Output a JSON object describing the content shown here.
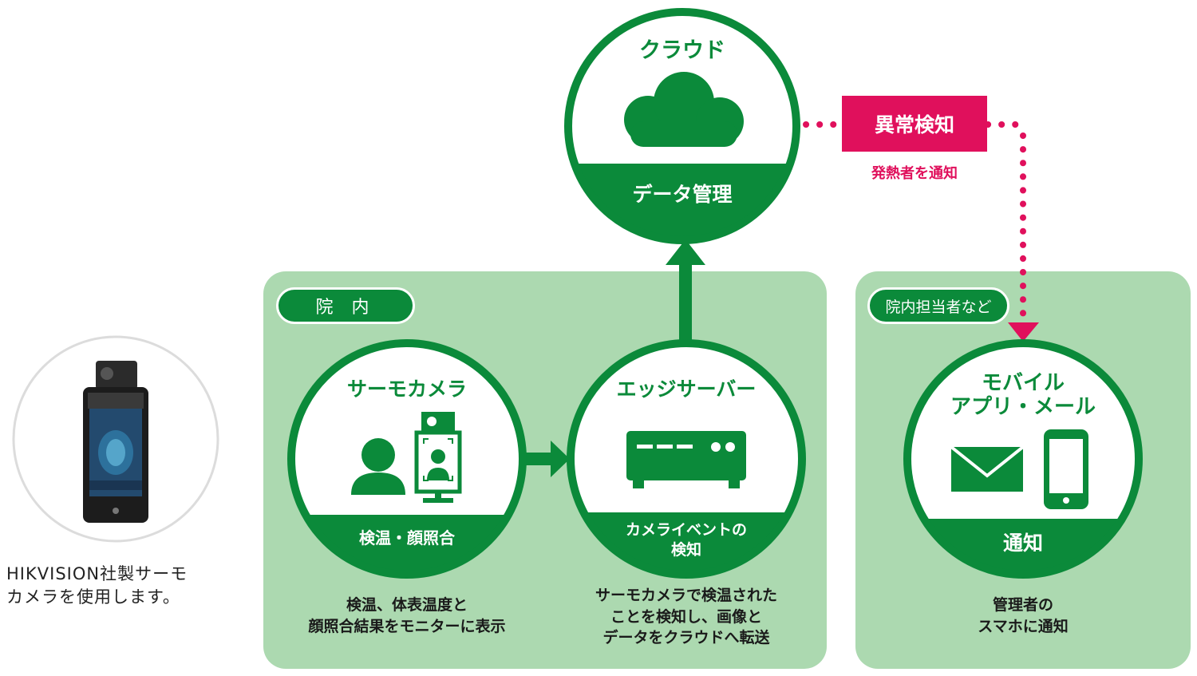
{
  "colors": {
    "green": "#0b8a3a",
    "panel_green": "#acd9b0",
    "alert_pink": "#e0105c",
    "device_ring": "#dcdcdc"
  },
  "device": {
    "caption_line1": "HIKVISION社製サーモ",
    "caption_line2": "カメラを使用します。"
  },
  "cloud": {
    "title": "クラウド",
    "icon": "cloud-icon",
    "label": "データ管理"
  },
  "alert": {
    "box_label": "異常検知",
    "sub_label": "発熱者を通知"
  },
  "in_hospital": {
    "tag": "院 内",
    "thermo_camera": {
      "title": "サーモカメラ",
      "icons": [
        "person-icon",
        "face-scan-terminal-icon"
      ],
      "label": "検温・顔照合",
      "description_line1": "検温、体表温度と",
      "description_line2": "顔照合結果をモニターに表示"
    },
    "edge_server": {
      "title": "エッジサーバー",
      "icon": "server-icon",
      "label_line1": "カメライベントの",
      "label_line2": "検知",
      "description_line1": "サーモカメラで検温された",
      "description_line2": "ことを検知し、画像と",
      "description_line3": "データをクラウドへ転送"
    }
  },
  "staff": {
    "tag": "院内担当者など",
    "mobile": {
      "title_line1": "モバイル",
      "title_line2": "アプリ・メール",
      "icons": [
        "mail-icon",
        "smartphone-icon"
      ],
      "label": "通知",
      "description_line1": "管理者の",
      "description_line2": "スマホに通知"
    }
  }
}
